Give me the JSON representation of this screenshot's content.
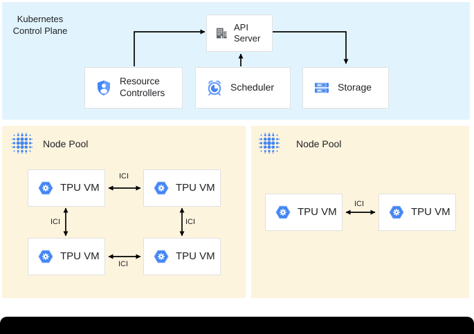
{
  "diagram": {
    "control_plane": {
      "title": "Kubernetes Control Plane",
      "api_server": {
        "label": "API Server"
      },
      "resource_controllers": {
        "label": "Resource Controllers"
      },
      "scheduler": {
        "label": "Scheduler"
      },
      "storage": {
        "label": "Storage"
      }
    },
    "node_pools": [
      {
        "label": "Node Pool",
        "vms": [
          {
            "label": "TPU VM"
          },
          {
            "label": "TPU VM"
          },
          {
            "label": "TPU VM"
          },
          {
            "label": "TPU VM"
          }
        ]
      },
      {
        "label": "Node Pool",
        "vms": [
          {
            "label": "TPU VM"
          },
          {
            "label": "TPU VM"
          }
        ]
      }
    ],
    "interconnect_label": "ICI"
  },
  "colors": {
    "control-plane-bg": "#e1f4fd",
    "node-pool-bg": "#fdf4de",
    "accent-blue": "#4285f4",
    "light-blue": "#669df6",
    "pale-blue": "#7baaf7",
    "icon-gray": "#5f6368",
    "card-border": "#e0e0e0",
    "text": "#202124",
    "arrow": "#000000",
    "footer-bar": "#000000"
  }
}
